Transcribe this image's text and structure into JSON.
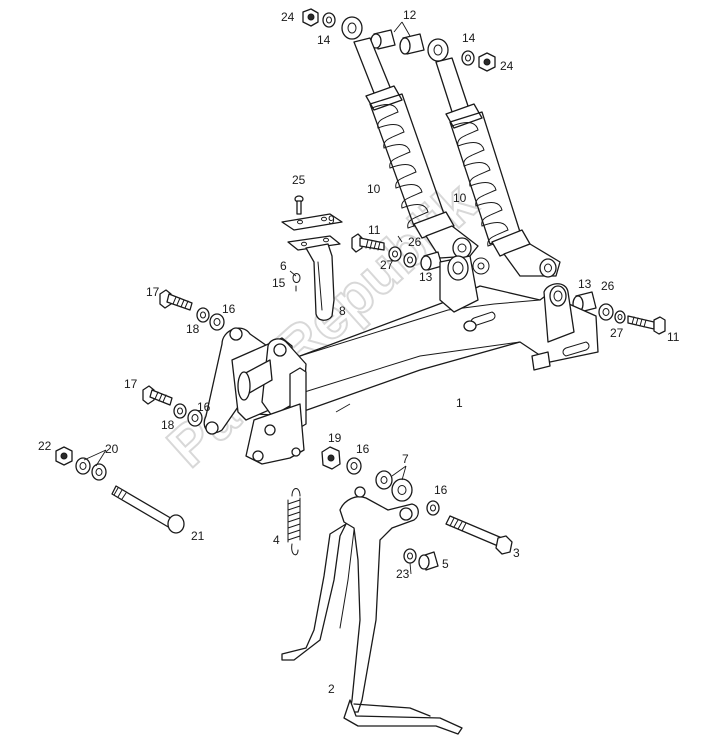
{
  "watermark": "PartsRepublik",
  "callouts": [
    {
      "id": "c1",
      "text": "1"
    },
    {
      "id": "c2",
      "text": "2"
    },
    {
      "id": "c3",
      "text": "3"
    },
    {
      "id": "c4",
      "text": "4"
    },
    {
      "id": "c5",
      "text": "5"
    },
    {
      "id": "c6",
      "text": "6"
    },
    {
      "id": "c7",
      "text": "7"
    },
    {
      "id": "c8",
      "text": "8"
    },
    {
      "id": "c9",
      "text": "9"
    },
    {
      "id": "c10a",
      "text": "10"
    },
    {
      "id": "c10b",
      "text": "10"
    },
    {
      "id": "c11a",
      "text": "11"
    },
    {
      "id": "c11b",
      "text": "11"
    },
    {
      "id": "c12",
      "text": "12"
    },
    {
      "id": "c13a",
      "text": "13"
    },
    {
      "id": "c13b",
      "text": "13"
    },
    {
      "id": "c14a",
      "text": "14"
    },
    {
      "id": "c14b",
      "text": "14"
    },
    {
      "id": "c15",
      "text": "15"
    },
    {
      "id": "c16a",
      "text": "16"
    },
    {
      "id": "c16b",
      "text": "16"
    },
    {
      "id": "c16c",
      "text": "16"
    },
    {
      "id": "c16d",
      "text": "16"
    },
    {
      "id": "c17a",
      "text": "17"
    },
    {
      "id": "c17b",
      "text": "17"
    },
    {
      "id": "c18a",
      "text": "18"
    },
    {
      "id": "c18b",
      "text": "18"
    },
    {
      "id": "c19",
      "text": "19"
    },
    {
      "id": "c20",
      "text": "20"
    },
    {
      "id": "c21",
      "text": "21"
    },
    {
      "id": "c22",
      "text": "22"
    },
    {
      "id": "c23",
      "text": "23"
    },
    {
      "id": "c24a",
      "text": "24"
    },
    {
      "id": "c24b",
      "text": "24"
    },
    {
      "id": "c25",
      "text": "25"
    },
    {
      "id": "c26a",
      "text": "26"
    },
    {
      "id": "c26b",
      "text": "26"
    },
    {
      "id": "c27a",
      "text": "27"
    },
    {
      "id": "c27b",
      "text": "27"
    }
  ]
}
